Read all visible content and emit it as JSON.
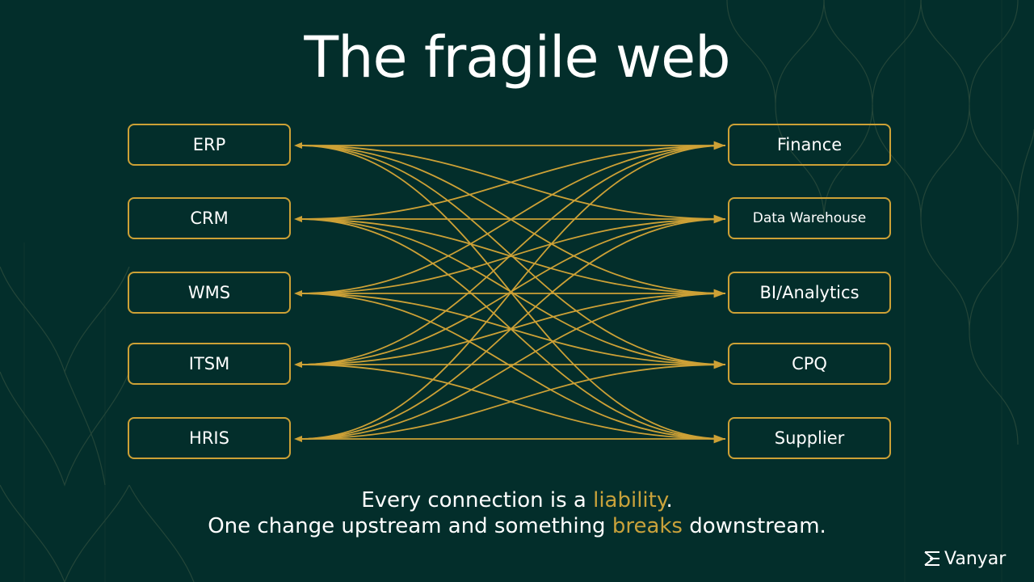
{
  "title": "The fragile web",
  "left_nodes": [
    "ERP",
    "CRM",
    "WMS",
    "ITSM",
    "HRIS"
  ],
  "right_nodes": [
    "Finance",
    "Data Warehouse",
    "BI/Analytics",
    "CPQ",
    "Supplier"
  ],
  "caption": {
    "line1_pre": "Every connection is a ",
    "line1_highlight": "liability",
    "line1_post": ".",
    "line2_pre": "One change upstream and something ",
    "line2_highlight": "breaks",
    "line2_post": " downstream."
  },
  "logo": {
    "text": "Vanyar",
    "icon": "vanyar-logo-mark"
  },
  "colors": {
    "background": "#032e2b",
    "accent": "#cda136",
    "text": "#ffffff"
  }
}
